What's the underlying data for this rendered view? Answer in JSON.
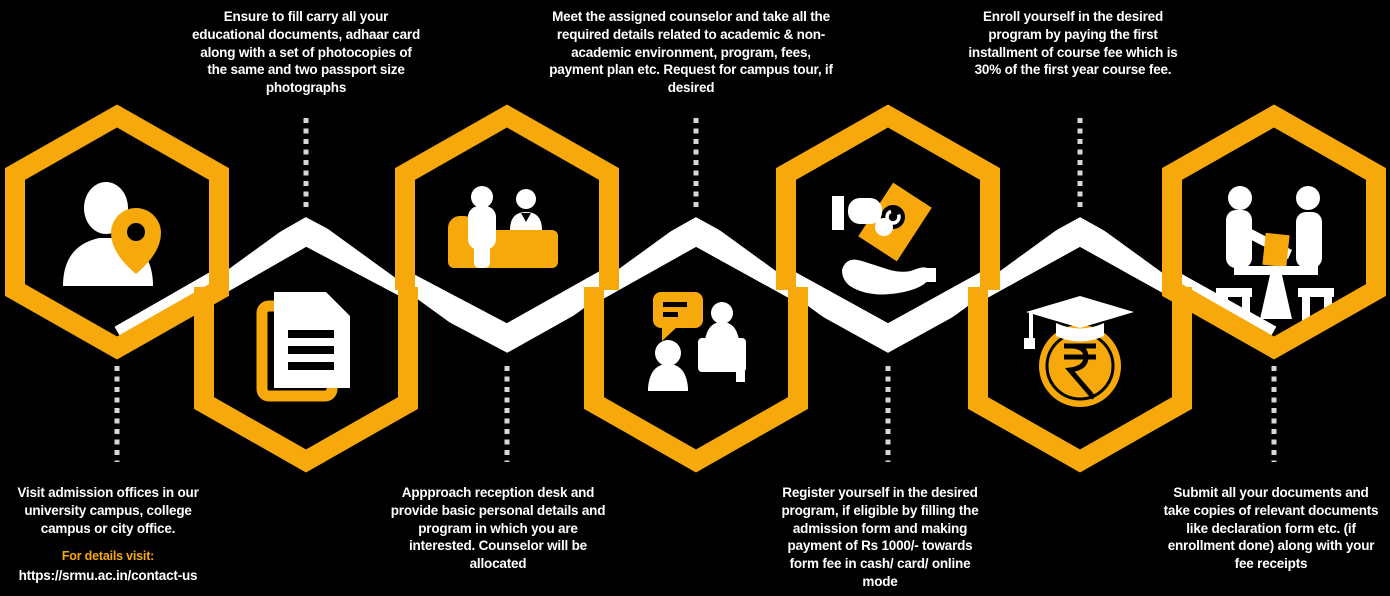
{
  "canvas": {
    "background": "#000000",
    "accent_orange": "#F7A90B",
    "dot_color": "#D8D8D8",
    "white": "#FFFFFF"
  },
  "steps": [
    {
      "id": 1,
      "placement": "bottom",
      "icon": "person-location-icon",
      "caption": "Visit admission offices in our university campus, college campus or city office."
    },
    {
      "id": 2,
      "placement": "top",
      "icon": "documents-icon",
      "caption": "Ensure to fill carry all your educational documents, adhaar card along with a set of photocopies of the same and two passport size photographs"
    },
    {
      "id": 3,
      "placement": "bottom",
      "icon": "reception-desk-icon",
      "caption": "Appproach reception desk and provide basic personal details and program in which you are interested. Counselor will be allocated"
    },
    {
      "id": 4,
      "placement": "top",
      "icon": "counseling-icon",
      "caption": "Meet the assigned counselor and take all the required details related to academic & non-academic environment, program, fees, payment plan etc. Request for campus tour, if desired"
    },
    {
      "id": 5,
      "placement": "bottom",
      "icon": "payment-hand-icon",
      "caption": "Register yourself in the desired program, if eligible by filling the admission form and making payment of Rs 1000/- towards form fee in cash/ card/ online mode"
    },
    {
      "id": 6,
      "placement": "top",
      "icon": "graduation-fee-coin-icon",
      "caption": "Enroll yourself in the desired program by paying the first installment of course fee which is 30% of the first year course fee."
    },
    {
      "id": 7,
      "placement": "bottom",
      "icon": "interview-table-icon",
      "caption": "Submit all your documents and take copies of relevant documents like declaration form etc. (if enrollment done) along with your fee receipts"
    }
  ],
  "contact": {
    "label": "For details visit:",
    "url": "https://srmu.ac.in/contact-us"
  }
}
